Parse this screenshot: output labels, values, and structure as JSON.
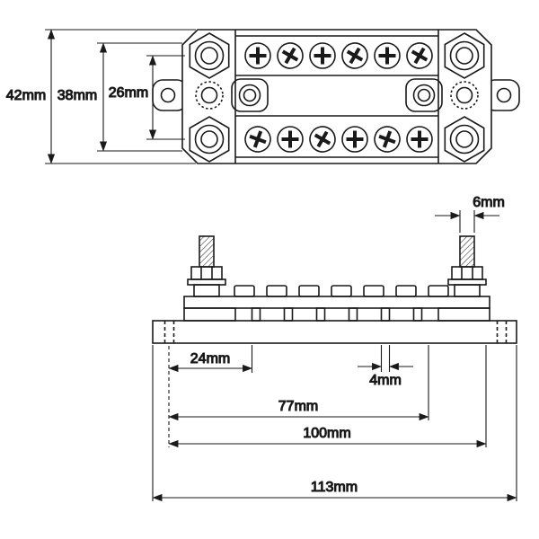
{
  "drawing": {
    "type": "bus-bar technical dimension drawing",
    "line_color": "#1a1a1a",
    "background": "#ffffff"
  },
  "top_view": {
    "overall_height": "42mm",
    "body_height": "38mm",
    "terminal_row_spacing": "26mm"
  },
  "side_view": {
    "stud_diameter": "6mm",
    "hole_to_first_leg": "24mm",
    "leg_width": "4mm",
    "leg_span": "77mm",
    "mount_hole_span": "100mm",
    "overall_length": "113mm"
  }
}
